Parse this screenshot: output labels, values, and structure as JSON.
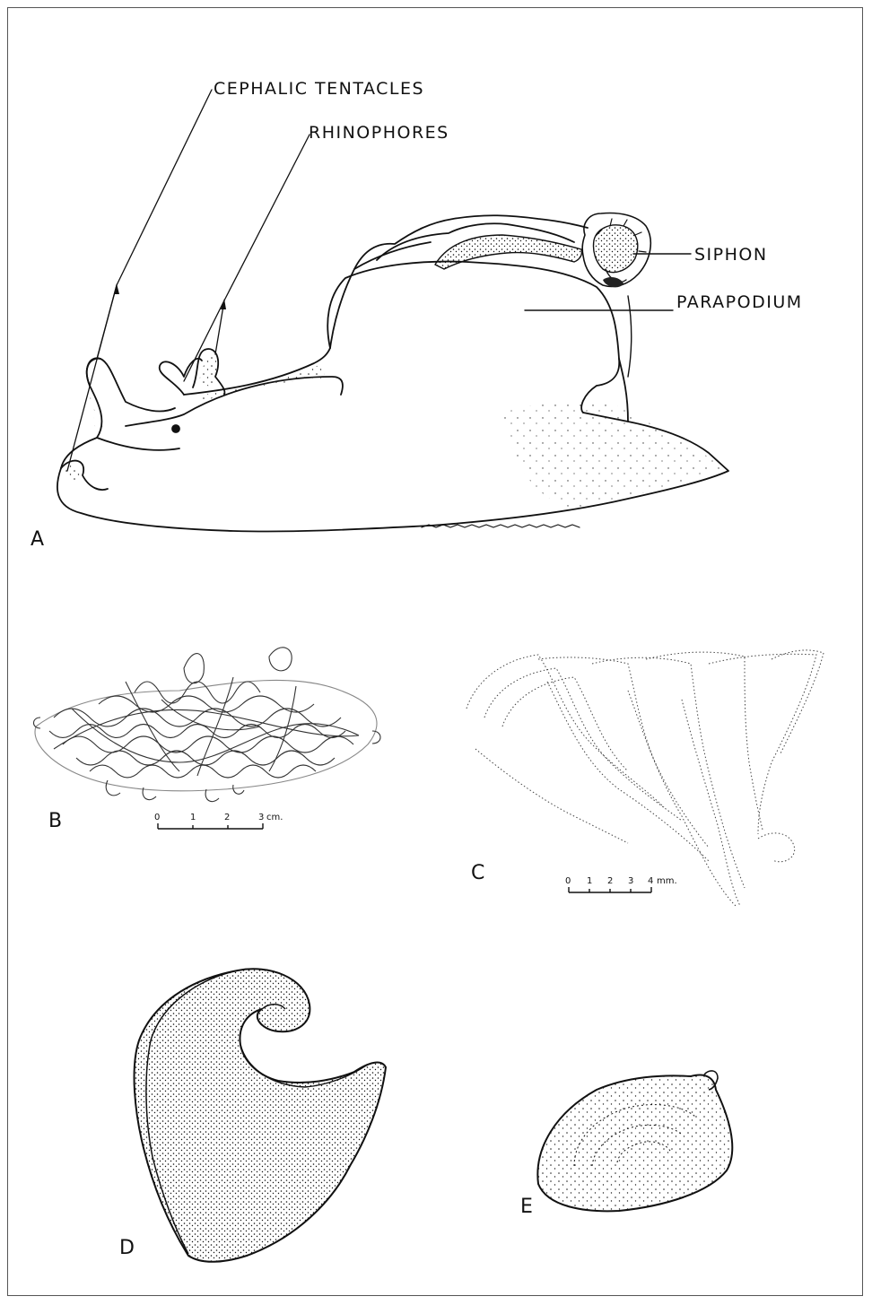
{
  "panel_a": {
    "letter": "A",
    "labels": {
      "cephalic_tentacles": "CEPHALIC TENTACLES",
      "rhinophores": "RHINOPHORES",
      "siphon": "SIPHON",
      "parapodium": "PARAPODIUM"
    }
  },
  "panel_b": {
    "letter": "B",
    "scale": {
      "ticks": [
        "0",
        "1",
        "2",
        "3"
      ],
      "unit": "cm."
    }
  },
  "panel_c": {
    "letter": "C",
    "scale": {
      "ticks": [
        "0",
        "1",
        "2",
        "3",
        "4"
      ],
      "unit": "mm."
    }
  },
  "panel_d": {
    "letter": "D"
  },
  "panel_e": {
    "letter": "E"
  },
  "colors": {
    "ink": "#111111",
    "paper": "#ffffff",
    "frame": "#555555"
  }
}
